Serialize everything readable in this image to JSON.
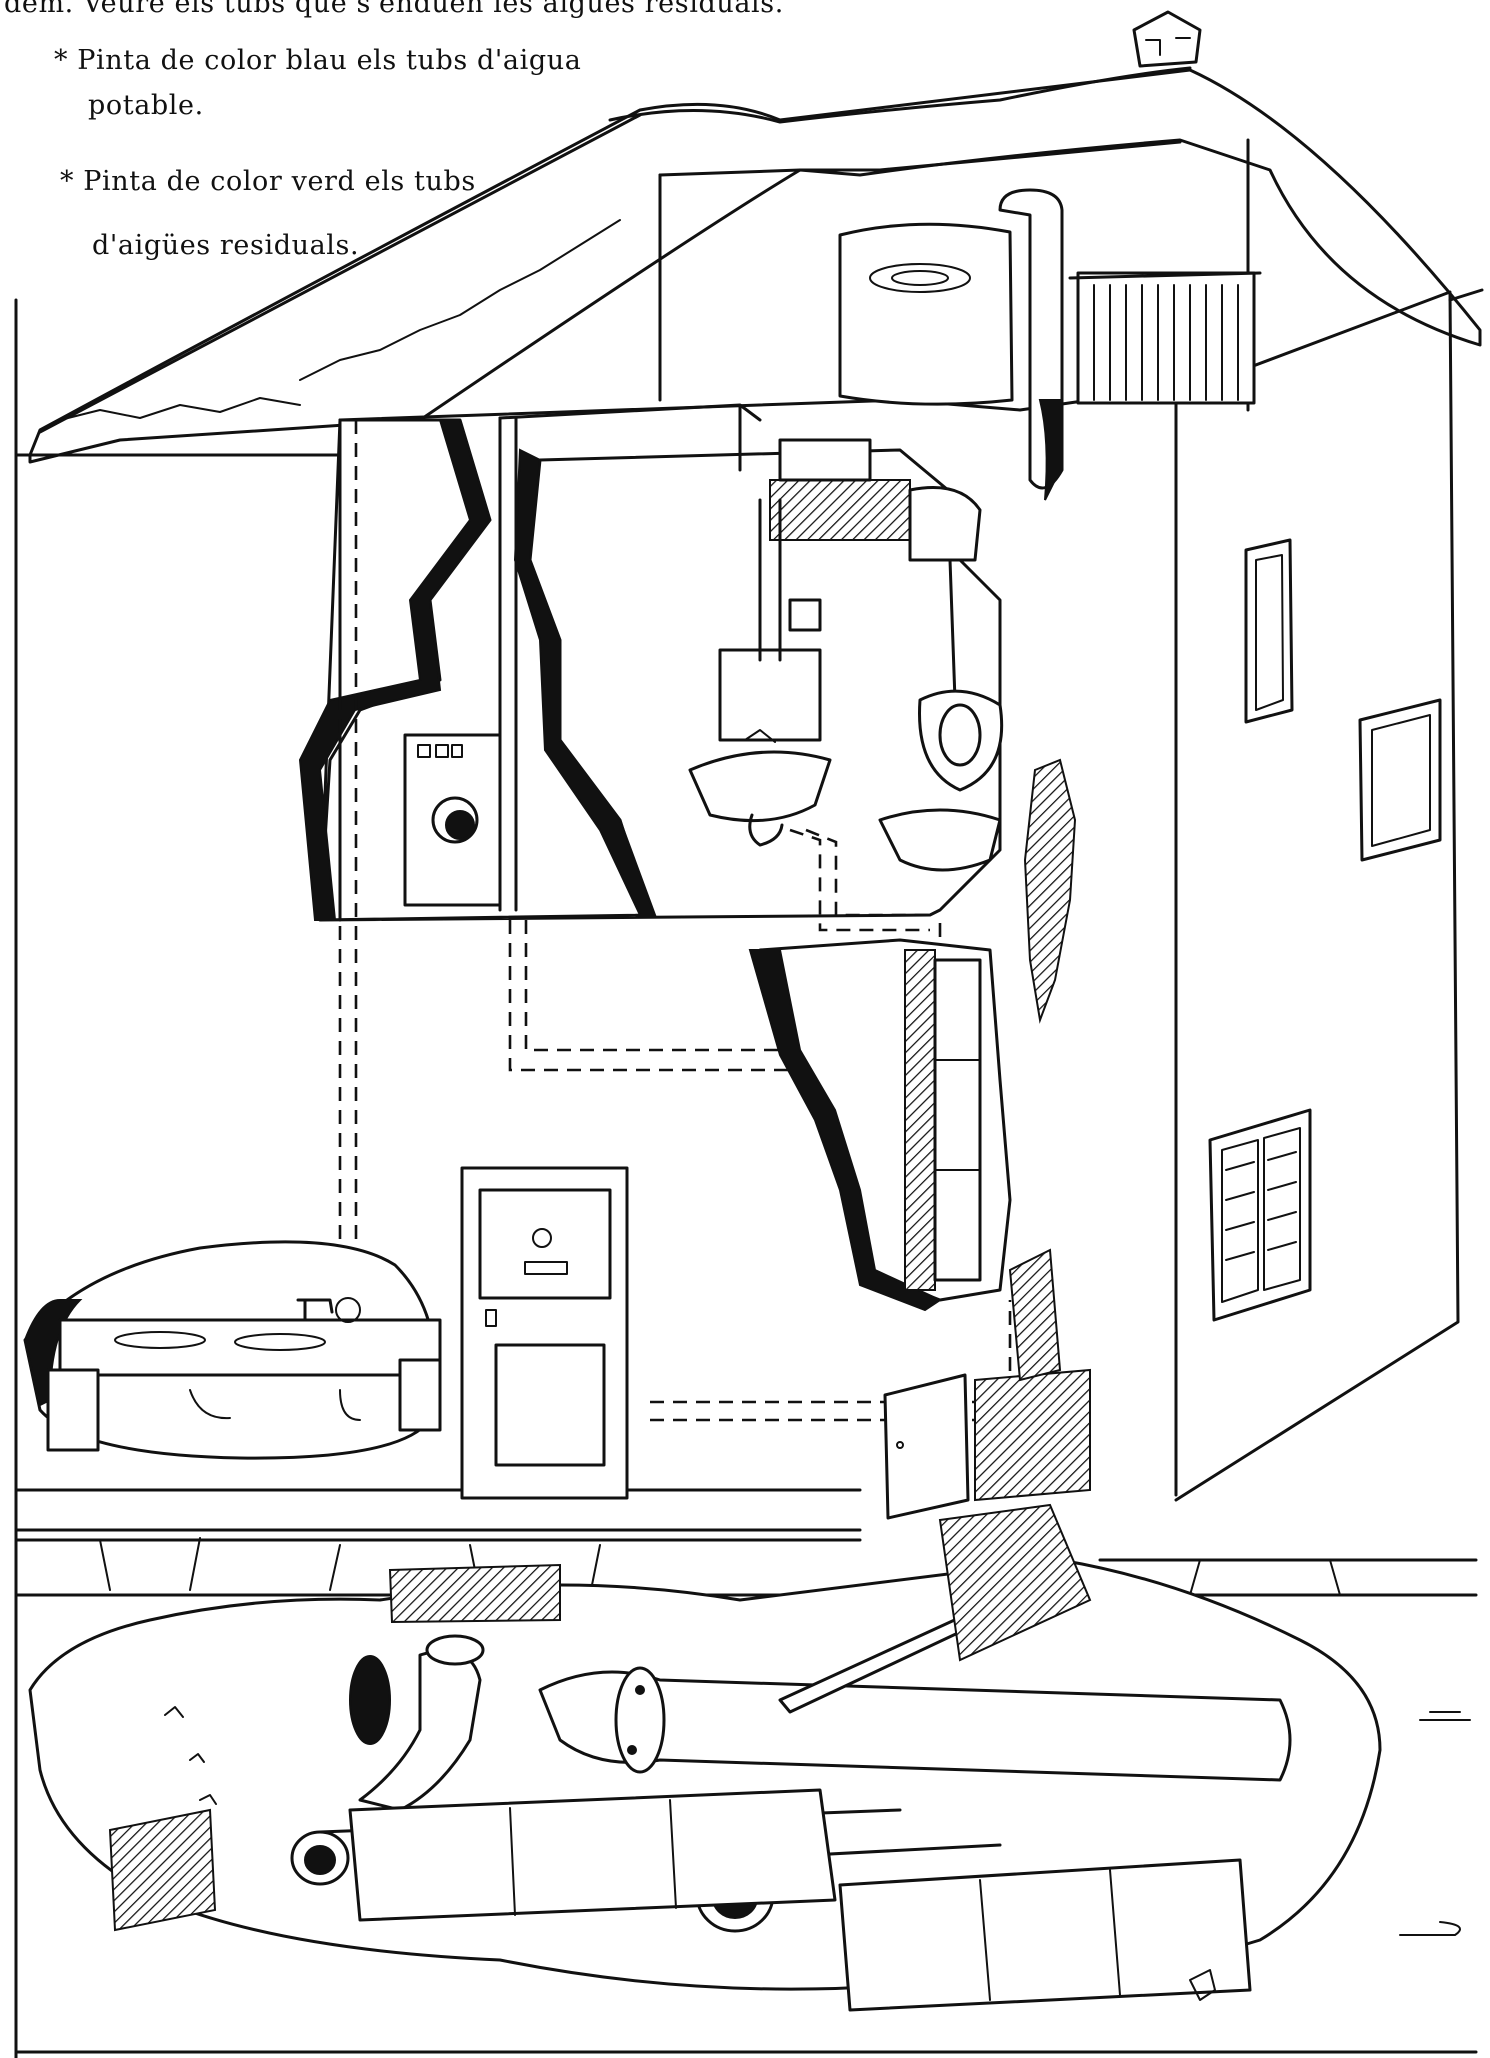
{
  "instructions": {
    "top_line": "dem. Veure els tubs que s'enduen les aigües residuals.",
    "blue_line1": "* Pinta de color blau  els tubs d'aigua",
    "blue_line2": "potable.",
    "green_line1": "* Pinta de color verd els tubs",
    "green_line2": "d'aigües residuals."
  },
  "illustration": {
    "subject": "house-cutaway-with-water-pipes-and-sewer",
    "mailbox_text": ""
  }
}
